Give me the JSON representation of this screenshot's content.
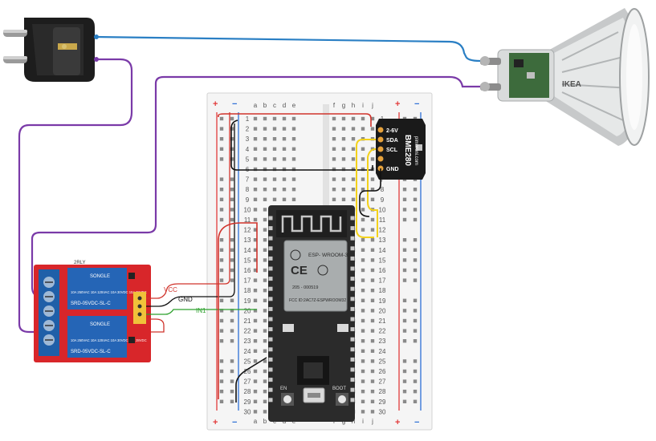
{
  "breadboard": {
    "rail_plus": "+",
    "rail_minus": "−",
    "cols_left": [
      "a",
      "b",
      "c",
      "d",
      "e"
    ],
    "cols_right": [
      "f",
      "g",
      "h",
      "i",
      "j"
    ],
    "row_count": 30
  },
  "sensor": {
    "name": "BME280",
    "brand": "pimoroni.com",
    "pins": [
      "2-6V",
      "SDA",
      "SCL",
      "",
      "GND"
    ]
  },
  "esp32": {
    "label": "ESP- WROOM-32",
    "code": "205 - 000519",
    "fcc": "FCC ID:2AC7Z-ESPWROOM32",
    "ce": "CE",
    "en": "EN",
    "boot": "BOOT"
  },
  "relay": {
    "board_label": "2RLY",
    "relay1_brand": "SONGLE",
    "relay1_specs": "10A 250VAC 10A 125VAC\n10A 30VDC 10A 28VDC",
    "relay1_model": "SRD-05VDC-SL-C",
    "relay2_brand": "SONGLE",
    "relay2_specs": "10A 250VAC 10A 125VAC\n10A 30VDC 10A 28VDC",
    "relay2_model": "SRD-05VDC-SL-C"
  },
  "wire_labels": {
    "vcc": "VCC",
    "gnd": "GND",
    "in1": "IN1"
  },
  "bulb": {
    "brand": "IKEA"
  },
  "colors": {
    "mains_live": "#2a7fc4",
    "mains_neutral": "#7a3aa8",
    "vcc": "#d0342c",
    "gnd": "#111111",
    "signal": "#2ca02c",
    "i2c": "#f4d21a",
    "relay_board": "#d8262a",
    "esp_board": "#2b2b2b",
    "sensor_board": "#1a1a1a"
  }
}
